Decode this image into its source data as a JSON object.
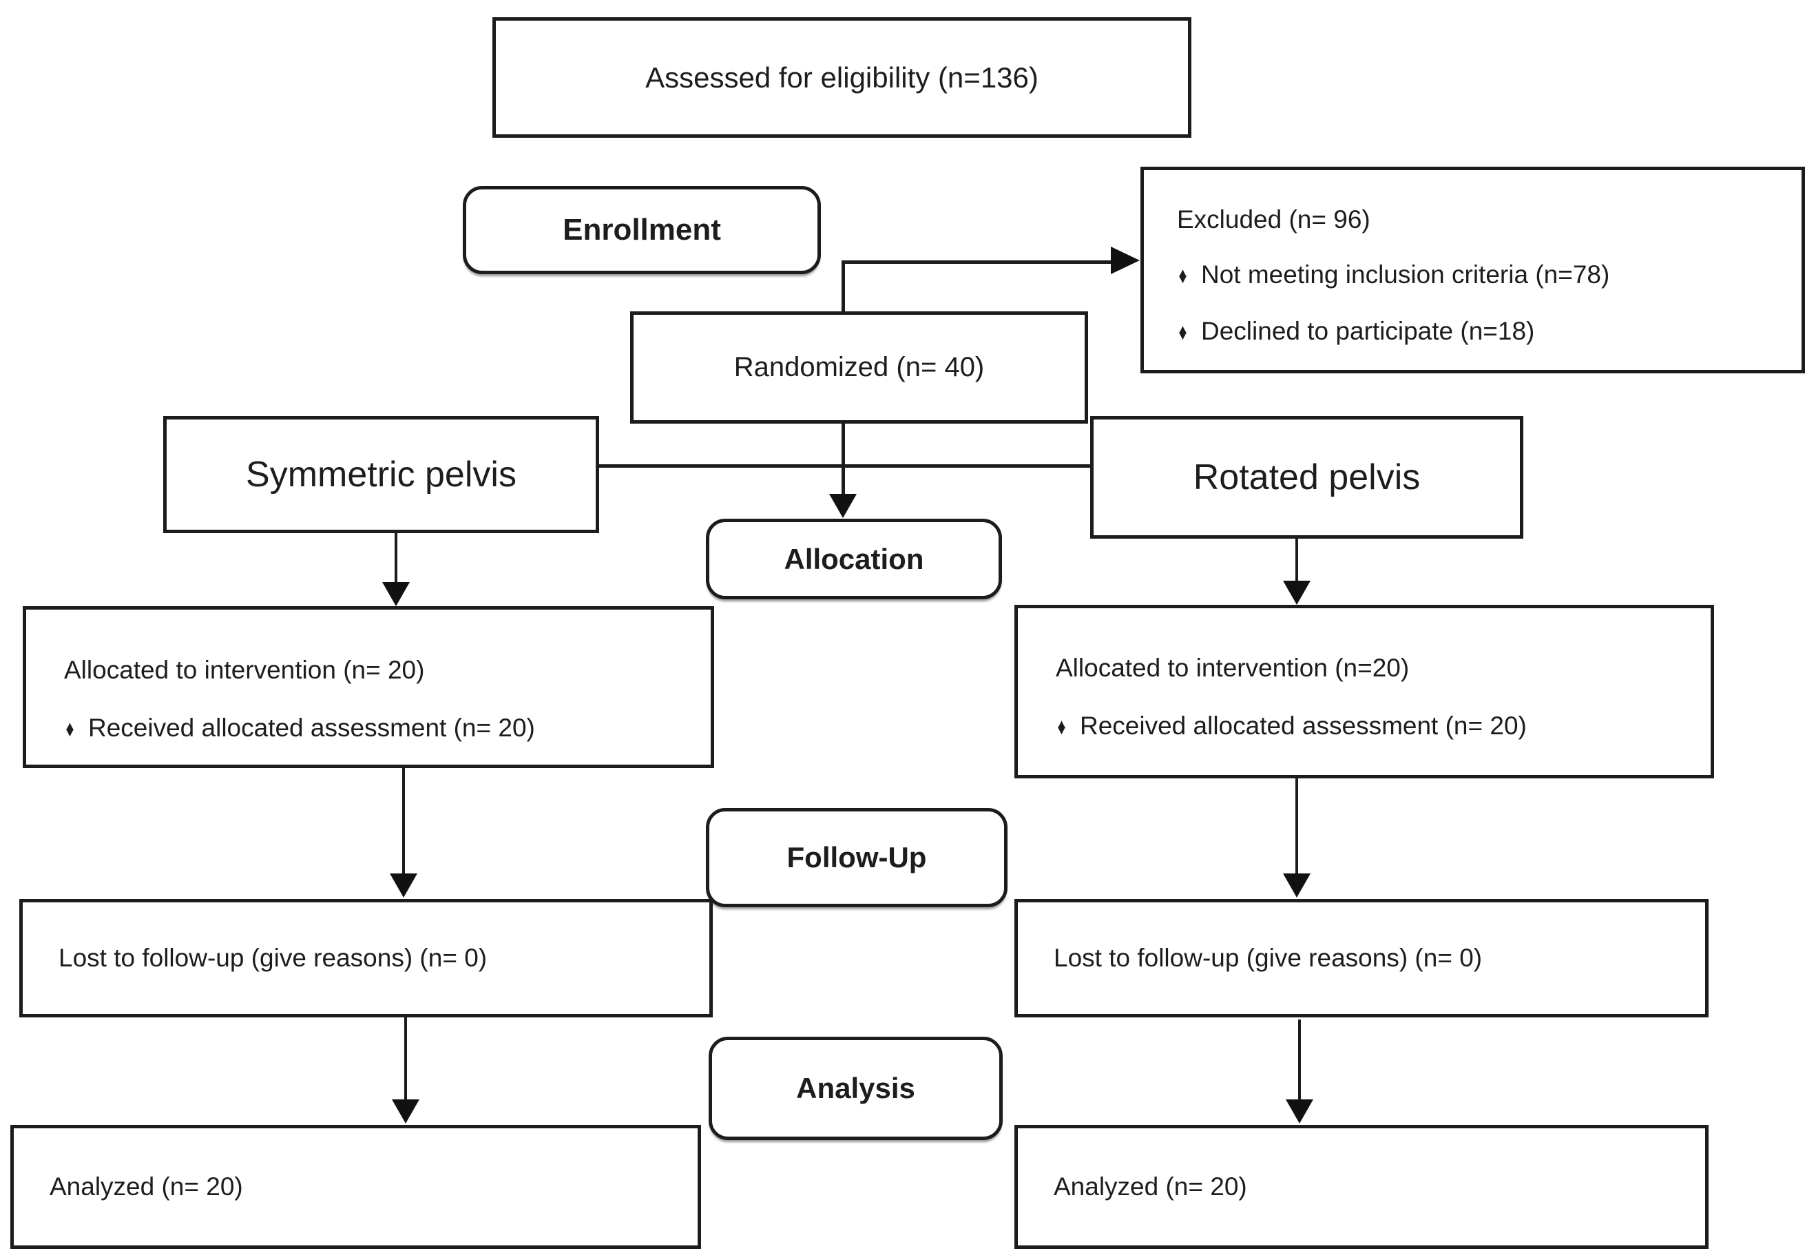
{
  "glyphs": {
    "bullet": "♦"
  },
  "colors": {
    "background": "#ffffff",
    "box_border": "#1c1c1c",
    "text": "#1d1d1d",
    "arrow": "#111111"
  },
  "nodes": {
    "assessed": {
      "text": "Assessed for eligibility (n=136)"
    },
    "enrollment": {
      "label": "Enrollment"
    },
    "excluded": {
      "title": "Excluded (n= 96)",
      "bullets": [
        "Not meeting inclusion criteria (n=78)",
        "Declined to participate (n=18)"
      ]
    },
    "randomized": {
      "text": "Randomized (n= 40)"
    },
    "symmetric_pelvis": {
      "text": "Symmetric pelvis"
    },
    "rotated_pelvis": {
      "text": "Rotated pelvis"
    },
    "allocation": {
      "label": "Allocation"
    },
    "allocated_symmetric": {
      "title": "Allocated to intervention (n= 20)",
      "bullets": [
        "Received allocated assessment (n= 20)"
      ]
    },
    "allocated_rotated": {
      "title": "Allocated to intervention (n=20)",
      "bullets": [
        "Received allocated assessment (n= 20)"
      ]
    },
    "follow_up": {
      "label": "Follow-Up"
    },
    "lost_symmetric": {
      "text": "Lost to follow-up (give reasons) (n= 0)"
    },
    "lost_rotated": {
      "text": "Lost to follow-up (give reasons) (n= 0)"
    },
    "analysis": {
      "label": "Analysis"
    },
    "analyzed_symmetric": {
      "text": "Analyzed (n= 20)"
    },
    "analyzed_rotated": {
      "text": "Analyzed (n= 20)"
    }
  }
}
